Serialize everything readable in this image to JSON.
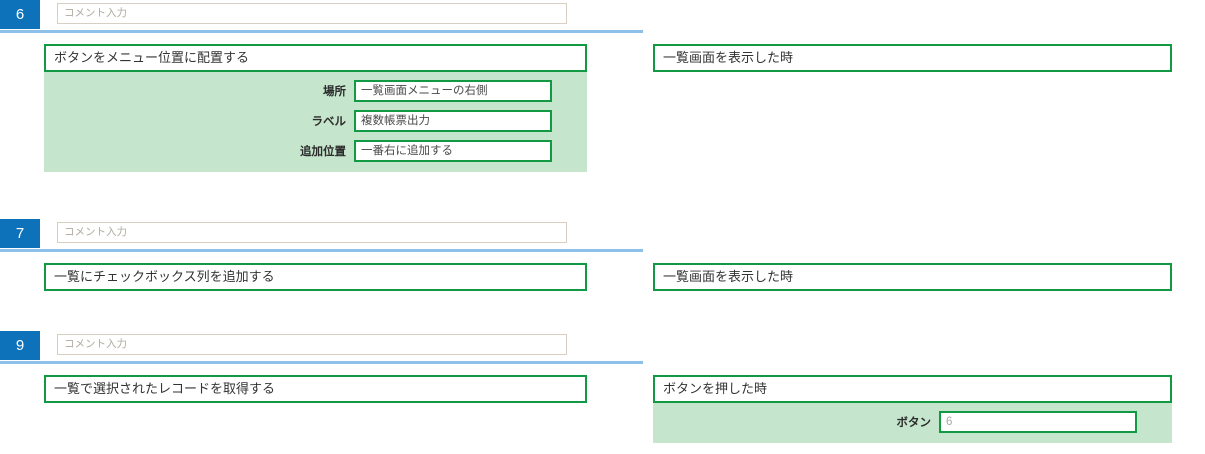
{
  "meta": {
    "comment_placeholder": "コメント入力",
    "accent_blue": "#0e72ba",
    "underline_blue": "#8cc0e8",
    "accent_green": "#119944",
    "panel_green": "#c5e5cd"
  },
  "steps": [
    {
      "number": "6",
      "comment_value": "",
      "comment_placeholder": "コメント入力",
      "action": {
        "title": "ボタンをメニュー位置に配置する",
        "params": [
          {
            "label": "場所",
            "value": "一覧画面メニューの右側",
            "is_placeholder": false
          },
          {
            "label": "ラベル",
            "value": "複数帳票出力",
            "is_placeholder": false
          },
          {
            "label": "追加位置",
            "value": "一番右に追加する",
            "is_placeholder": false
          }
        ]
      },
      "trigger": {
        "title": "一覧画面を表示した時",
        "params": []
      }
    },
    {
      "number": "7",
      "comment_value": "",
      "comment_placeholder": "コメント入力",
      "action": {
        "title": "一覧にチェックボックス列を追加する",
        "params": []
      },
      "trigger": {
        "title": "一覧画面を表示した時",
        "params": []
      }
    },
    {
      "number": "9",
      "comment_value": "",
      "comment_placeholder": "コメント入力",
      "action": {
        "title": "一覧で選択されたレコードを取得する",
        "params": []
      },
      "trigger": {
        "title": "ボタンを押した時",
        "params": [
          {
            "label": "ボタン",
            "value": "6",
            "is_placeholder": true
          }
        ]
      }
    }
  ]
}
